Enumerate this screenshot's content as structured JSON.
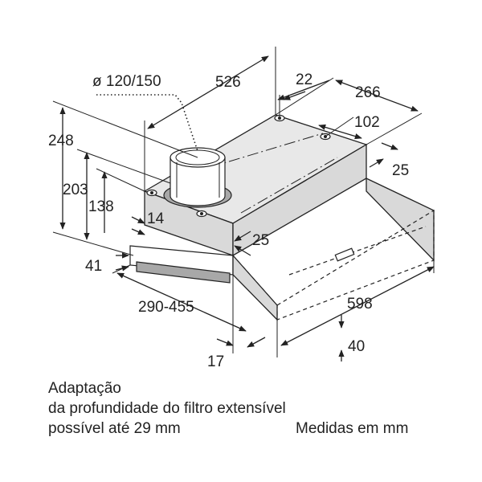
{
  "dimensions": {
    "duct_diameter": "ø 120/150",
    "width_top": "526",
    "offset_22": "22",
    "depth_266": "266",
    "offset_102": "102",
    "offset_25_right": "25",
    "height_248": "248",
    "height_203": "203",
    "height_138": "138",
    "offset_14": "14",
    "offset_25_front": "25",
    "height_41": "41",
    "depth_range": "290-455",
    "width_598": "598",
    "height_40": "40",
    "offset_17": "17"
  },
  "caption": {
    "line1": "Adaptação",
    "line2": "da profundidade do filtro extensível",
    "line3": "possível até 29 mm",
    "units": "Medidas em mm"
  }
}
